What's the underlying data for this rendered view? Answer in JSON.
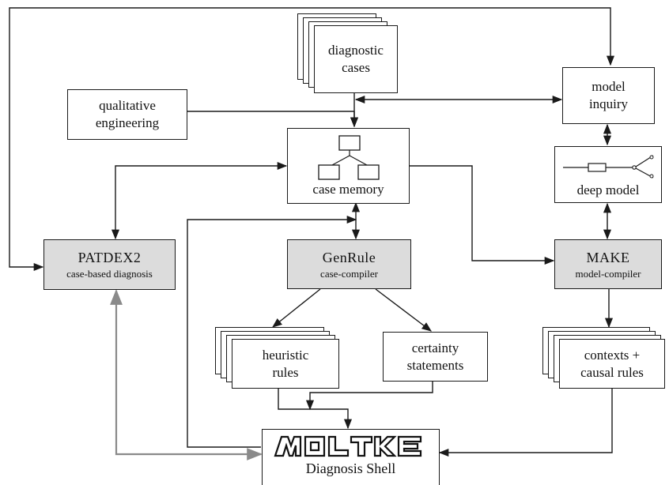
{
  "nodes": {
    "diagnostic_cases": [
      "diagnostic",
      "cases"
    ],
    "qualitative_engineering": [
      "qualitative",
      "engineering"
    ],
    "model_inquiry": [
      "model",
      "inquiry"
    ],
    "case_memory": "case memory",
    "deep_model": "deep model",
    "patdex2": {
      "title": "PATDEX2",
      "subtitle": "case-based diagnosis"
    },
    "genrule": {
      "title": "GenRule",
      "subtitle": "case-compiler"
    },
    "make": {
      "title": "MAKE",
      "subtitle": "model-compiler"
    },
    "heuristic_rules": [
      "heuristic",
      "rules"
    ],
    "certainty_statements": [
      "certainty",
      "statements"
    ],
    "contexts_causal_rules": [
      "contexts +",
      "causal rules"
    ],
    "moltke": {
      "logo": "MOLTKE",
      "subtitle": "Diagnosis Shell"
    }
  },
  "colors": {
    "line": "#1a1a1a",
    "gray_arrow": "#8a8a8a",
    "gray_box": "#dcdcdc"
  }
}
